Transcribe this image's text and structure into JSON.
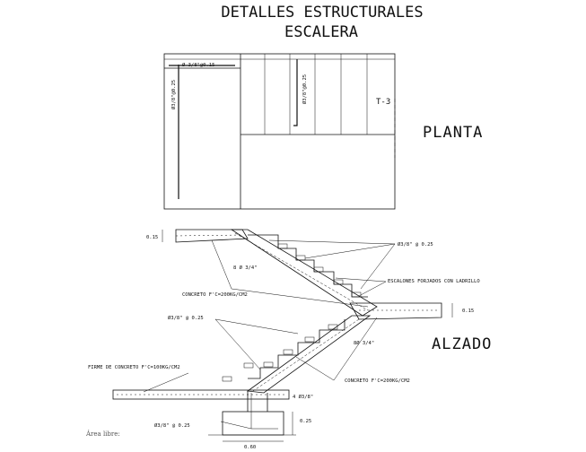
{
  "title": {
    "line1": "DETALLES ESTRUCTURALES",
    "line2": "ESCALERA"
  },
  "plan": {
    "label": "PLANTA",
    "section_mark": "T-3",
    "rebar_top": "Ø 3/8\"@0.15",
    "rebar_left": "Ø3/8\"@0.25",
    "rebar_mid": "Ø3/8\"@0.25"
  },
  "elevation": {
    "label": "ALZADO",
    "dim_top": "0.15",
    "dim_right": "0.15",
    "dim_footing": "0.25",
    "dim_width": "0.60",
    "annotations": {
      "rebar_steps": "Ø3/8\" @ 0.25",
      "main_bar_upper": "8 Ø 3/4\"",
      "concrete_upper": "CONCRETO F'C=200KG/CM2",
      "brick_steps": "ESCALONES FORJADOS CON LADRILLO",
      "rebar_left": "Ø3/8\" @ 0.25",
      "main_bar_lower": "8Ø 3/4\"",
      "floor_slab": "FIRME DE CONCRETO F'C=100KG/CM2",
      "concrete_lower": "CONCRETO F'C=200KG/CM2",
      "bottom_bars": "4 Ø3/8\"",
      "rebar_footing": "Ø3/8\" @ 0.25"
    }
  },
  "footer": {
    "note": "Área libre:"
  }
}
